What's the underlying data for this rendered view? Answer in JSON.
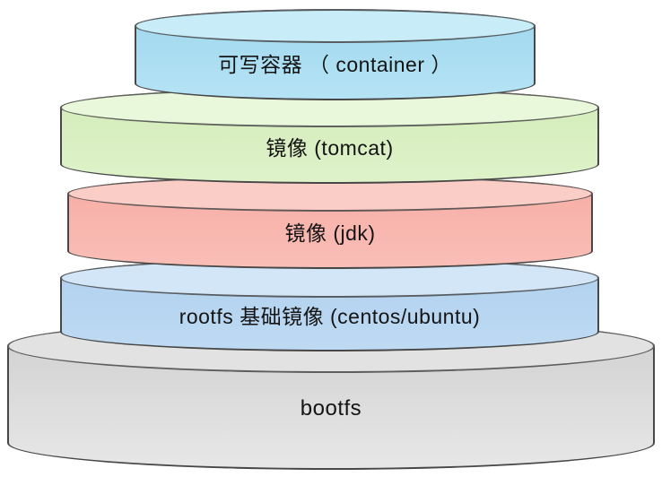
{
  "diagram": {
    "name": "docker-image-layer-stack",
    "border_color": "#474747",
    "text_color": "#141414",
    "layers": [
      {
        "id": "container",
        "label": "可写容器 （ container ）",
        "fill": "#aadcf2",
        "rim_fill": "#c9ecf9"
      },
      {
        "id": "tomcat",
        "label": "镜像  (tomcat)",
        "fill": "#d8efc1",
        "rim_fill": "#e9f7da"
      },
      {
        "id": "jdk",
        "label": "镜像  (jdk)",
        "fill": "#f8b5ad",
        "rim_fill": "#fbcdc7"
      },
      {
        "id": "rootfs",
        "label": "rootfs 基础镜像  (centos/ubuntu)",
        "fill": "#b7d5f1",
        "rim_fill": "#d3e6f8"
      },
      {
        "id": "bootfs",
        "label": "bootfs",
        "fill": "#d9d9d9",
        "rim_fill": "#e2e2e2"
      }
    ]
  }
}
